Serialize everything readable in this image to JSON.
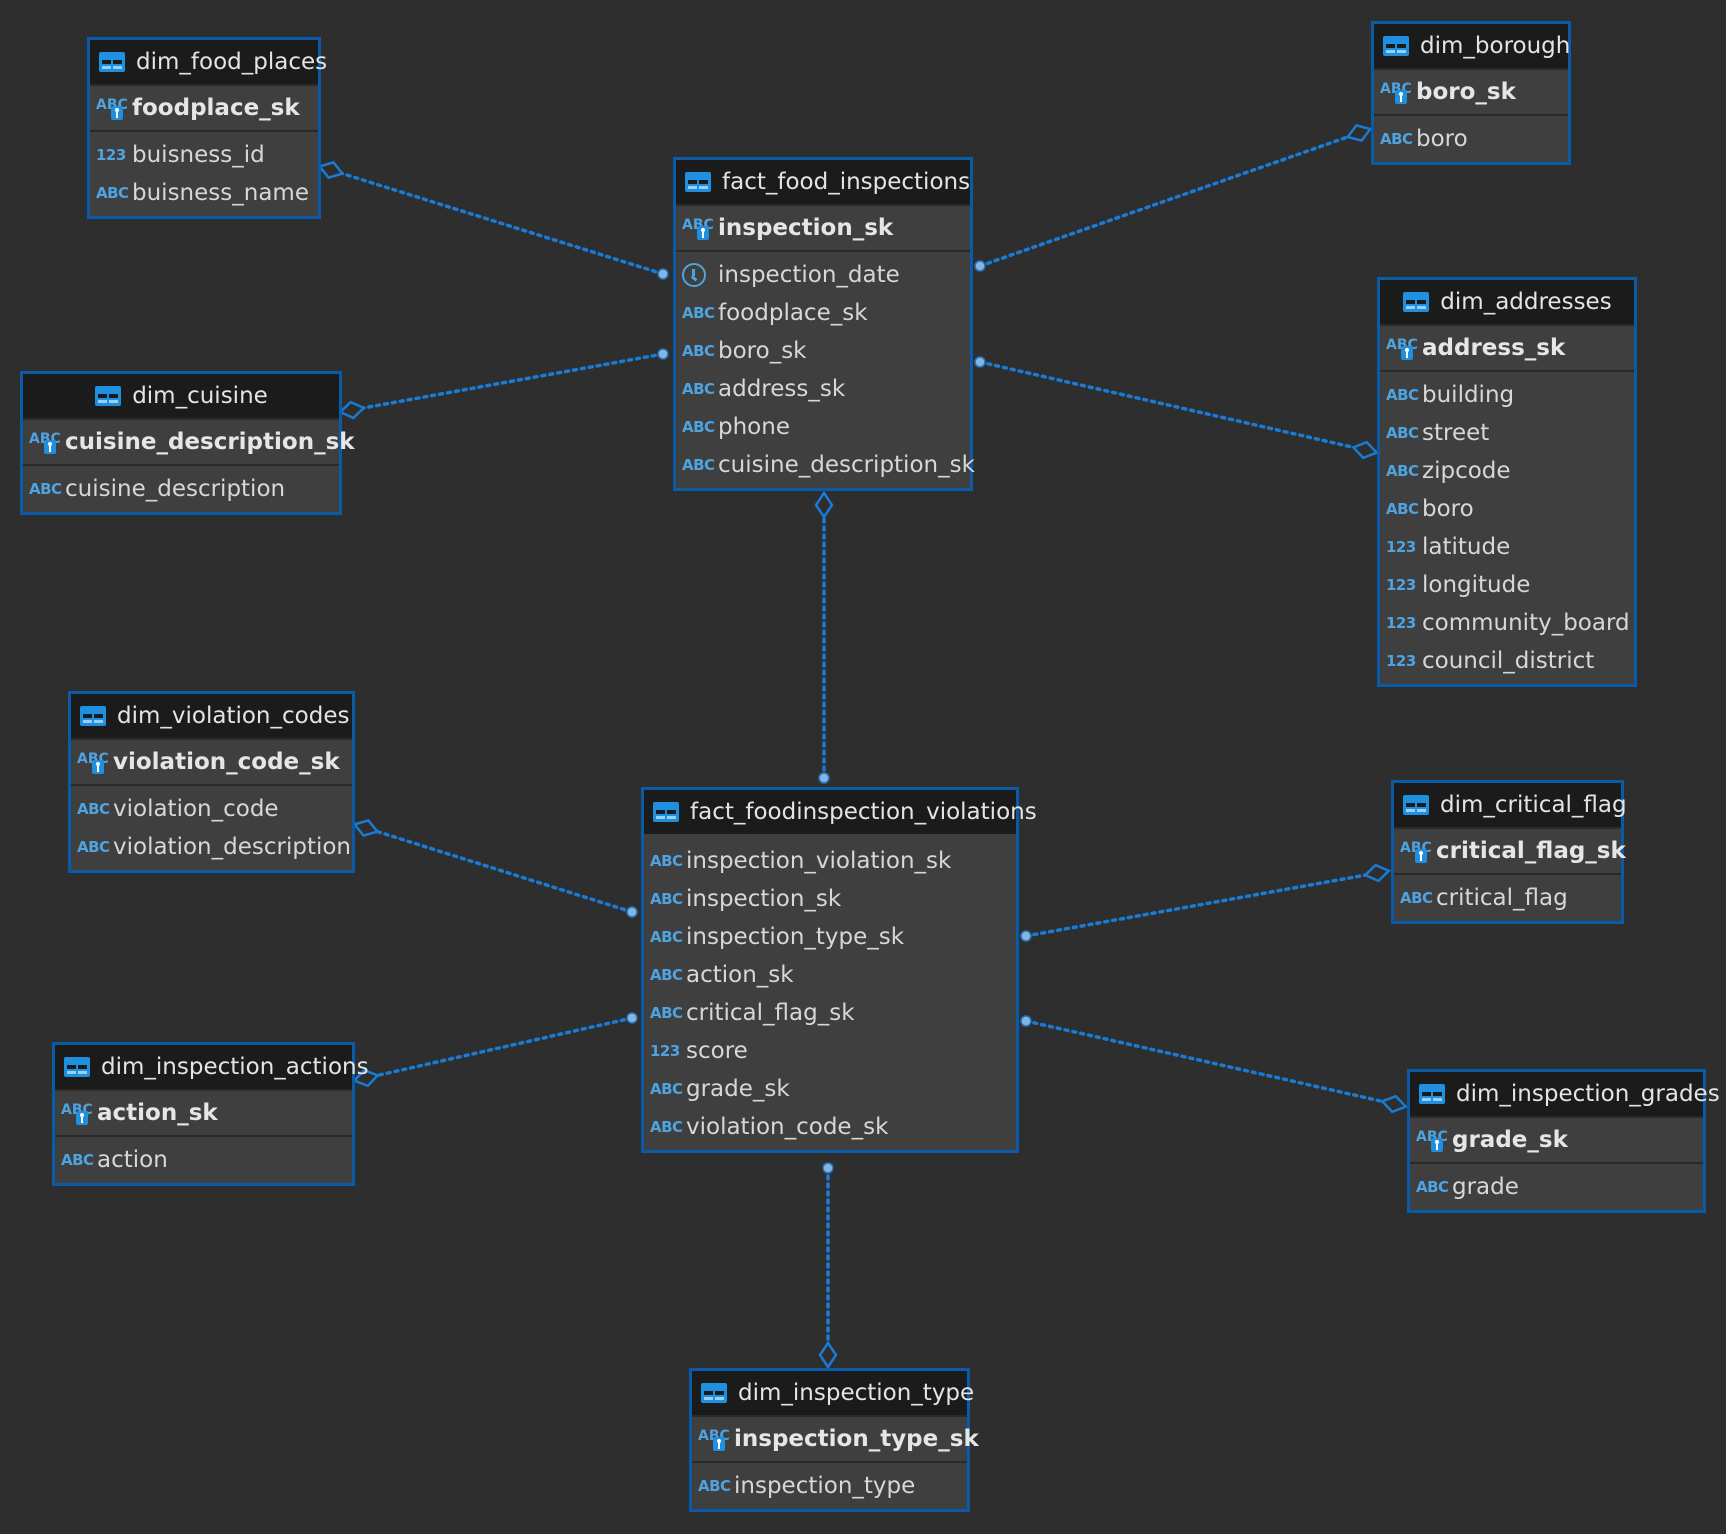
{
  "diagram": {
    "tables": [
      {
        "id": "fact_food_inspections",
        "name": "fact_food_inspections",
        "pk": "inspection_sk",
        "columns": [
          {
            "type": "date",
            "name": "inspection_date"
          },
          {
            "type": "ABC",
            "name": "foodplace_sk"
          },
          {
            "type": "ABC",
            "name": "boro_sk"
          },
          {
            "type": "ABC",
            "name": "address_sk"
          },
          {
            "type": "ABC",
            "name": "phone"
          },
          {
            "type": "ABC",
            "name": "cuisine_description_sk"
          }
        ]
      },
      {
        "id": "fact_foodinspection_violations",
        "name": "fact_foodinspection_violations",
        "pk": null,
        "columns": [
          {
            "type": "ABC",
            "name": "inspection_violation_sk"
          },
          {
            "type": "ABC",
            "name": "inspection_sk"
          },
          {
            "type": "ABC",
            "name": "inspection_type_sk"
          },
          {
            "type": "ABC",
            "name": "action_sk"
          },
          {
            "type": "ABC",
            "name": "critical_flag_sk"
          },
          {
            "type": "123",
            "name": "score"
          },
          {
            "type": "ABC",
            "name": "grade_sk"
          },
          {
            "type": "ABC",
            "name": "violation_code_sk"
          }
        ]
      },
      {
        "id": "dim_food_places",
        "name": "dim_food_places",
        "pk": "foodplace_sk",
        "columns": [
          {
            "type": "123",
            "name": "buisness_id"
          },
          {
            "type": "ABC",
            "name": "buisness_name"
          }
        ]
      },
      {
        "id": "dim_borough",
        "name": "dim_borough",
        "pk": "boro_sk",
        "columns": [
          {
            "type": "ABC",
            "name": "boro"
          }
        ]
      },
      {
        "id": "dim_cuisine",
        "name": "dim_cuisine",
        "pk": "cuisine_description_sk",
        "columns": [
          {
            "type": "ABC",
            "name": "cuisine_description"
          }
        ]
      },
      {
        "id": "dim_addresses",
        "name": "dim_addresses",
        "pk": "address_sk",
        "columns": [
          {
            "type": "ABC",
            "name": "building"
          },
          {
            "type": "ABC",
            "name": "street"
          },
          {
            "type": "ABC",
            "name": "zipcode"
          },
          {
            "type": "ABC",
            "name": "boro"
          },
          {
            "type": "123",
            "name": "latitude"
          },
          {
            "type": "123",
            "name": "longitude"
          },
          {
            "type": "123",
            "name": "community_board"
          },
          {
            "type": "123",
            "name": "council_district"
          }
        ]
      },
      {
        "id": "dim_violation_codes",
        "name": "dim_violation_codes",
        "pk": "violation_code_sk",
        "columns": [
          {
            "type": "ABC",
            "name": "violation_code"
          },
          {
            "type": "ABC",
            "name": "violation_description"
          }
        ]
      },
      {
        "id": "dim_critical_flag",
        "name": "dim_critical_flag",
        "pk": "critical_flag_sk",
        "columns": [
          {
            "type": "ABC",
            "name": "critical_flag"
          }
        ]
      },
      {
        "id": "dim_inspection_actions",
        "name": "dim_inspection_actions",
        "pk": "action_sk",
        "columns": [
          {
            "type": "ABC",
            "name": "action"
          }
        ]
      },
      {
        "id": "dim_inspection_grades",
        "name": "dim_inspection_grades",
        "pk": "grade_sk",
        "columns": [
          {
            "type": "ABC",
            "name": "grade"
          }
        ]
      },
      {
        "id": "dim_inspection_type",
        "name": "dim_inspection_type",
        "pk": "inspection_type_sk",
        "columns": [
          {
            "type": "ABC",
            "name": "inspection_type"
          }
        ]
      }
    ],
    "relationships": [
      {
        "from": "fact_food_inspections",
        "to": "dim_food_places"
      },
      {
        "from": "fact_food_inspections",
        "to": "dim_borough"
      },
      {
        "from": "fact_food_inspections",
        "to": "dim_cuisine"
      },
      {
        "from": "fact_food_inspections",
        "to": "dim_addresses"
      },
      {
        "from": "fact_foodinspection_violations",
        "to": "fact_food_inspections"
      },
      {
        "from": "fact_foodinspection_violations",
        "to": "dim_violation_codes"
      },
      {
        "from": "fact_foodinspection_violations",
        "to": "dim_critical_flag"
      },
      {
        "from": "fact_foodinspection_violations",
        "to": "dim_inspection_actions"
      },
      {
        "from": "fact_foodinspection_violations",
        "to": "dim_inspection_grades"
      },
      {
        "from": "fact_foodinspection_violations",
        "to": "dim_inspection_type"
      }
    ],
    "colors": {
      "background": "#2e2e2e",
      "table_border": "#0a5aa8",
      "link": "#1a7ad4",
      "type_icon": "#4fa3e0"
    }
  }
}
